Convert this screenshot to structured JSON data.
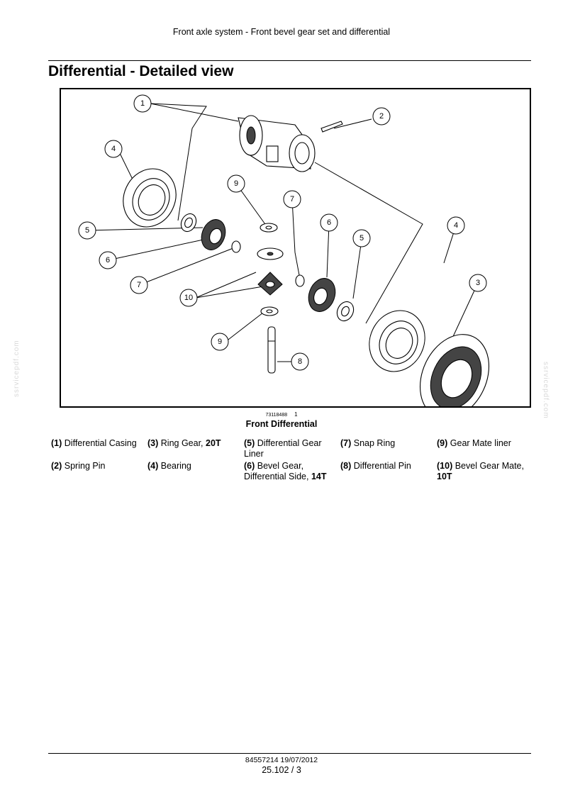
{
  "header": {
    "text": "Front axle system - Front bevel gear set and differential"
  },
  "page_title": "Differential - Detailed view",
  "figure": {
    "code": "73118488",
    "number": "1",
    "caption": "Front Differential",
    "callouts": [
      "1",
      "2",
      "4",
      "9",
      "7",
      "6",
      "5",
      "4",
      "5",
      "6",
      "7",
      "10",
      "3",
      "9",
      "8"
    ]
  },
  "legend": [
    {
      "num": "(1)",
      "text": "Differential Casing",
      "bold": ""
    },
    {
      "num": "(3)",
      "text": "Ring Gear, ",
      "bold": "20T"
    },
    {
      "num": "(5)",
      "text": "Differential Gear Liner",
      "bold": ""
    },
    {
      "num": "(7)",
      "text": "Snap Ring",
      "bold": ""
    },
    {
      "num": "(9)",
      "text": "Gear Mate liner",
      "bold": ""
    },
    {
      "num": "(2)",
      "text": "Spring Pin",
      "bold": ""
    },
    {
      "num": "(4)",
      "text": "Bearing",
      "bold": ""
    },
    {
      "num": "(6)",
      "text": "Bevel Gear, Differential Side, ",
      "bold": "14T"
    },
    {
      "num": "(8)",
      "text": "Differential Pin",
      "bold": ""
    },
    {
      "num": "(10)",
      "text": "Bevel Gear Mate, ",
      "bold": "10T"
    }
  ],
  "watermark": "ssrvicepdf.com",
  "footer": {
    "code": "84557214 19/07/2012",
    "page": "25.102 / 3"
  }
}
